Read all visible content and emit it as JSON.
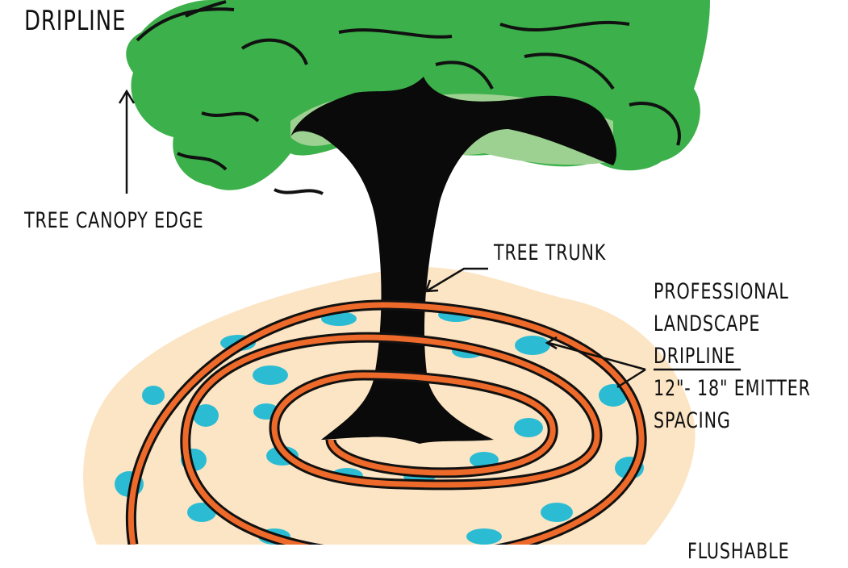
{
  "title": "DRIPLINE",
  "labels": {
    "canopy_edge": "TREE CANOPY EDGE",
    "trunk": "TREE TRUNK",
    "dripline_lines": [
      "PROFESSIONAL",
      "LANDSCAPE",
      "DRIPLINE",
      "12\"- 18\" EMITTER",
      "SPACING"
    ],
    "bottom_partial": "FLUSHABLE"
  },
  "colors": {
    "canopy": "#3cb04a",
    "canopy_inner": "#9dd191",
    "soil": "#fce5c4",
    "tubing": "#ee6a2a",
    "water": "#2bbcd4",
    "trunk": "#0a0a0a"
  }
}
